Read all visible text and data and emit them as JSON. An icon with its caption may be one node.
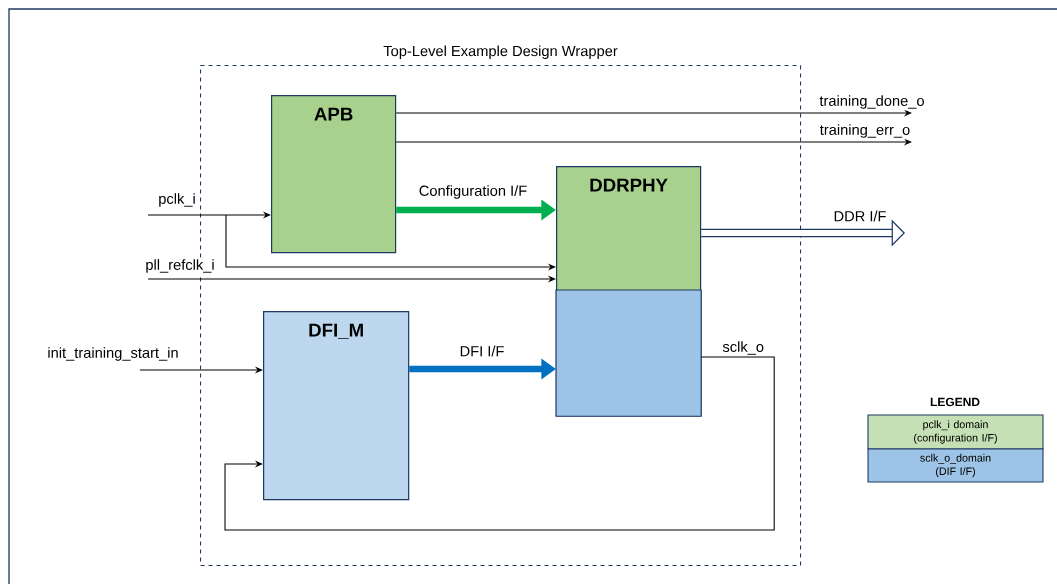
{
  "diagram": {
    "nodes": [
      {
        "text": [
          "Top-Level Example Design Wrapper"
        ]
      },
      {
        "text": [
          "APB"
        ],
        "in": 0
      },
      {
        "text": [
          "DDRPHY"
        ],
        "in": 0
      },
      {
        "text": [
          "DFI_M"
        ],
        "in": 0
      }
    ],
    "edges": [
      {
        "from": null,
        "to": 1,
        "arrow": "to",
        "label": "pclk_i"
      },
      {
        "from": null,
        "to": 2,
        "arrow": "to"
      },
      {
        "from": null,
        "to": 2,
        "arrow": "to",
        "label": "pll_refclk_i"
      },
      {
        "from": 1,
        "to": null,
        "arrow": "to",
        "label": "training_done_o"
      },
      {
        "from": 1,
        "to": null,
        "arrow": "to",
        "label": "training_err_o"
      },
      {
        "from": 1,
        "to": 2,
        "arrow": "to",
        "label": "Configuration I/F",
        "style": "thick",
        "color": "#00b050"
      },
      {
        "from": 2,
        "to": null,
        "arrow": "to",
        "label": "DDR I/F",
        "style": "thick",
        "color": "#1f3864"
      },
      {
        "from": null,
        "to": 3,
        "arrow": "to",
        "label": "init_training_start_in"
      },
      {
        "from": 3,
        "to": 2,
        "arrow": "to",
        "label": "DFI I/F",
        "style": "thick",
        "color": "#0070c0"
      },
      {
        "from": 2,
        "to": 3,
        "arrow": "to",
        "label": "sclk_o"
      }
    ],
    "labels": [
      "LEGEND"
    ],
    "legend": [
      {
        "text": "pclk_i domain (configuration I/F)",
        "color": "#c5e0b4"
      },
      {
        "text": "sclk_o_domain (DIF I/F)",
        "color": "#9dc3e6"
      }
    ]
  }
}
